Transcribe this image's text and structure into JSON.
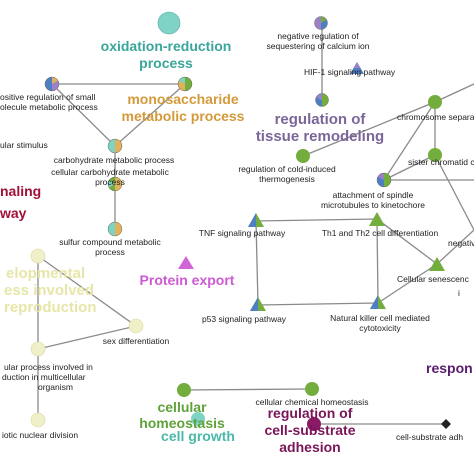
{
  "colors": {
    "teal": "#7ed3c4",
    "olive": "#73ad3d",
    "purple": "#9d81c7",
    "tan": "#e1b15c",
    "blue": "#4d7fc2",
    "pink": "#d264d9",
    "maroon": "#8b1a66",
    "cream": "#f0f0c8",
    "crimson": "#a01038",
    "gray": "#8a8a8a"
  },
  "group_labels": {
    "oxidation": [
      "oxidation-reduction",
      "process"
    ],
    "monosaccharide": [
      "monosaccharide",
      "metabolic process"
    ],
    "tissue": [
      "regulation of",
      "tissue remodeling"
    ],
    "signaling": [
      "naling",
      "way"
    ],
    "protein_export": [
      "Protein export"
    ],
    "reproduction": [
      "elopmental",
      "ess involved",
      "reproduction"
    ],
    "cellular_homeostasis": [
      "cellular",
      "homeostasis"
    ],
    "cell_growth": [
      "cell growth"
    ],
    "cell_substrate": [
      "regulation of",
      "cell-substrate",
      "adhesion"
    ],
    "respon": [
      "respon"
    ]
  },
  "node_labels": {
    "calcium": [
      "negative regulation of",
      "sequestering of calcium ion"
    ],
    "hif1": [
      "HIF-1 signaling pathway"
    ],
    "small_molecule": [
      "ositive regulation of small",
      "olecule metabolic process"
    ],
    "stimulus": [
      "ular stimulus"
    ],
    "carbohydrate": [
      "carbohydrate metabolic process"
    ],
    "cellular_carbohydrate": [
      "cellular carbohydrate metabolic",
      "process"
    ],
    "sulfur": [
      "sulfur compound metabolic",
      "process"
    ],
    "chromosome": [
      "chromosome separat"
    ],
    "cold": [
      "regulation of cold-induced",
      "thermogenesis"
    ],
    "sister": [
      "sister chromatid coh"
    ],
    "spindle": [
      "attachment of spindle",
      "microtubules to kinetochore"
    ],
    "tnf": [
      "TNF signaling pathway"
    ],
    "th1": [
      "Th1 and Th2 cell differentiation"
    ],
    "negative": [
      "negative"
    ],
    "senescence": [
      "Cellular senescenc"
    ],
    "p53": [
      "p53 signaling pathway"
    ],
    "nk": [
      "Natural killer cell mediated",
      "cytotoxicity"
    ],
    "multicellular": [
      "ular process involved in",
      "duction in multicellular",
      "organism"
    ],
    "sex": [
      "sex differentiation"
    ],
    "meiotic": [
      "iotic nuclear division"
    ],
    "chemical_homeostasis": [
      "cellular chemical homeostasis"
    ],
    "cell_substrate_adh": [
      "cell-substrate adh"
    ],
    "edge_i": [
      "i"
    ]
  }
}
